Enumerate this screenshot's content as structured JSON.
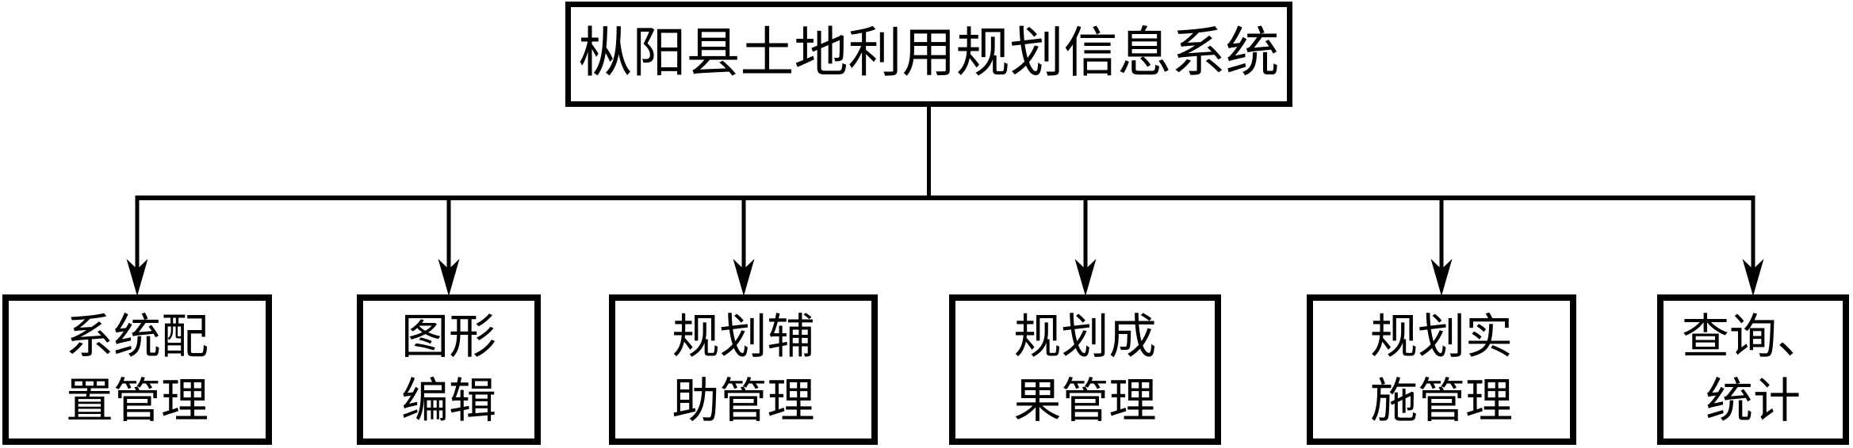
{
  "diagram": {
    "type": "tree",
    "root": {
      "label": "枞阳县土地利用规划信息系统"
    },
    "children": [
      {
        "label": "系统配置管理",
        "lines": [
          "系统配",
          "置管理"
        ]
      },
      {
        "label": "图形编辑",
        "lines": [
          "图形",
          "编辑"
        ]
      },
      {
        "label": "规划辅助管理",
        "lines": [
          "规划辅",
          "助管理"
        ]
      },
      {
        "label": "规划成果管理",
        "lines": [
          "规划成",
          "果管理"
        ]
      },
      {
        "label": "规划实施管理",
        "lines": [
          "规划实",
          "施管理"
        ]
      },
      {
        "label": "查询、统计",
        "lines": [
          "查询、",
          "统计"
        ]
      }
    ],
    "colors": {
      "line": "#000000",
      "box_border": "#000000",
      "background": "#ffffff",
      "text": "#000000"
    }
  }
}
